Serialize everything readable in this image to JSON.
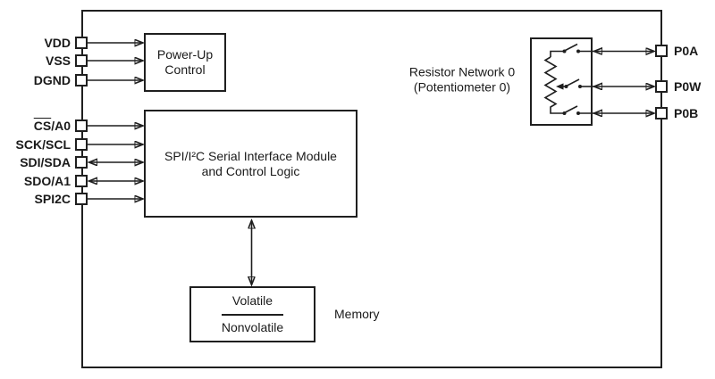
{
  "colors": {
    "line": "#1f1f1f",
    "text": "#1a1a1a",
    "background": "#ffffff"
  },
  "blocks": {
    "power_up": {
      "label": "Power-Up\nControl"
    },
    "spi_interface": {
      "label": "SPI/I²C Serial Interface Module\nand Control Logic"
    },
    "resistor_network": {
      "label": "Resistor Network 0\n(Potentiometer 0)"
    },
    "memory": {
      "volatile_label": "Volatile",
      "nonvolatile_label": "Nonvolatile",
      "label": "Memory"
    }
  },
  "pins_left": [
    {
      "label": "VDD"
    },
    {
      "label": "VSS"
    },
    {
      "label": "DGND"
    },
    {
      "label_overline": "CS",
      "label_rest": "/A0"
    },
    {
      "label": "SCK/SCL"
    },
    {
      "label": "SDI/SDA"
    },
    {
      "label": "SDO/A1"
    },
    {
      "label": "SPI2C"
    }
  ],
  "pins_right": [
    {
      "label": "P0A"
    },
    {
      "label": "P0W"
    },
    {
      "label": "P0B"
    }
  ]
}
